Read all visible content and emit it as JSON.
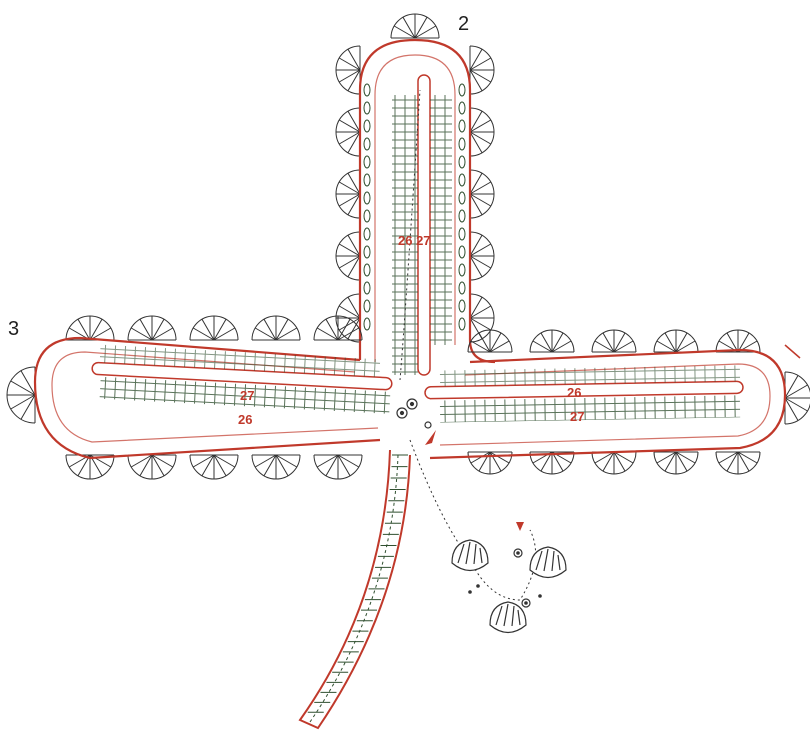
{
  "diagram": {
    "labels": {
      "petal_top": "2",
      "petal_left": "3"
    },
    "row_markers": {
      "top_stem": "26 27",
      "left_upper": "27",
      "left_lower": "26",
      "right_upper": "26",
      "right_lower": "27"
    },
    "colors": {
      "outline": "#c0392b",
      "stitch": "#2f4f2f",
      "ink": "#333333",
      "marker": "#c0392b"
    },
    "icons": [
      "start-arrow-icon",
      "ring-icon",
      "shell-motif-icon",
      "chain-dot-icon"
    ]
  }
}
